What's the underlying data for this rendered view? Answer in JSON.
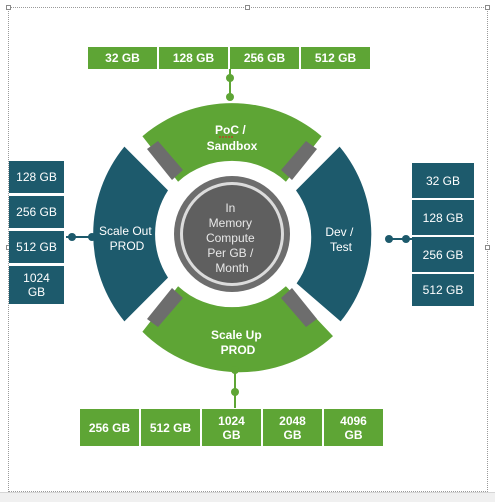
{
  "top_boxes": [
    "32 GB",
    "128 GB",
    "256 GB",
    "512 GB"
  ],
  "left_boxes": [
    "128 GB",
    "256 GB",
    "512 GB",
    "1024\nGB"
  ],
  "right_boxes": [
    "32 GB",
    "128 GB",
    "256 GB",
    "512 GB"
  ],
  "bottom_boxes": [
    "256 GB",
    "512 GB",
    "1024\nGB",
    "2048\nGB",
    "4096\nGB"
  ],
  "segments": {
    "top": [
      "PoC /",
      "Sandbox"
    ],
    "left": [
      "Scale Out",
      "PROD"
    ],
    "right": [
      "Dev /",
      "Test"
    ],
    "bottom": [
      "Scale Up",
      "PROD"
    ]
  },
  "center": [
    "In",
    "Memory",
    "Compute",
    "Per GB /",
    "Month"
  ],
  "colors": {
    "green": "#5ea535",
    "blue": "#1d5a6c",
    "gray": "#6d6d6d"
  }
}
